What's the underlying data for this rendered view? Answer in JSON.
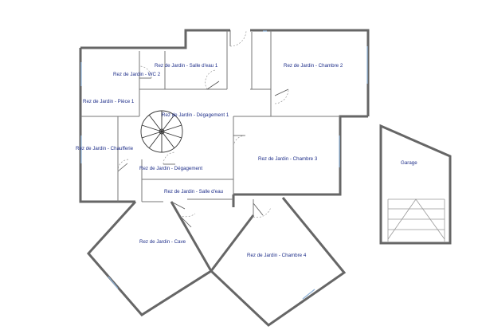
{
  "rooms": {
    "piece1": "Rez de Jardin - Pièce 1",
    "wc2": "Rez de Jardin - WC 2",
    "salle_eau1": "Rez de Jardin - Salle d'eau 1",
    "chambre2": "Rez de Jardin - Chambre 2",
    "degagement1": "Rez de Jardin - Dégagement 1",
    "chaufferie": "Rez de Jardin - Chaufferie",
    "degagement": "Rez de Jardin - Dégagement",
    "chambre3": "Rez de Jardin - Chambre 3",
    "salle_eau": "Rez de Jardin - Salle d'eau",
    "cave": "Rez de Jardin - Cave",
    "chambre4": "Rez de Jardin - Chambre 4",
    "garage": "Garage"
  }
}
